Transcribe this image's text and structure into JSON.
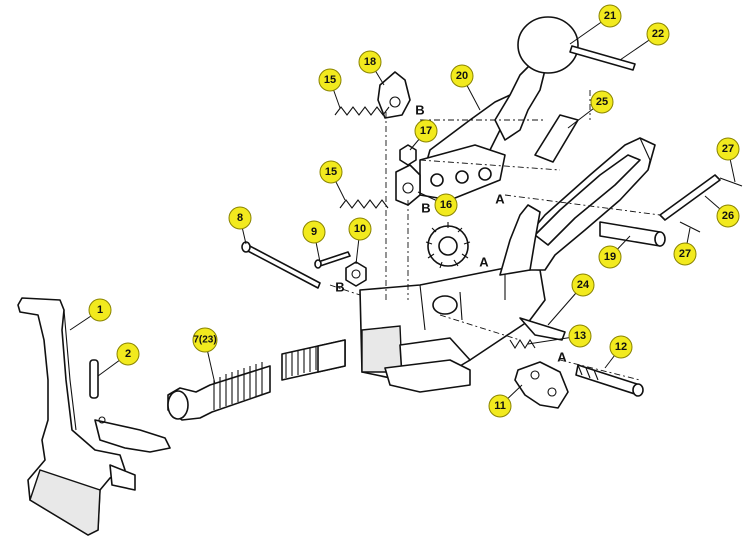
{
  "callouts": [
    {
      "label": "1"
    },
    {
      "label": "2"
    },
    {
      "label": "7(23)"
    },
    {
      "label": "8"
    },
    {
      "label": "9"
    },
    {
      "label": "10"
    },
    {
      "label": "11"
    },
    {
      "label": "12"
    },
    {
      "label": "13"
    },
    {
      "label": "15"
    },
    {
      "label": "15"
    },
    {
      "label": "16"
    },
    {
      "label": "17"
    },
    {
      "label": "18"
    },
    {
      "label": "19"
    },
    {
      "label": "20"
    },
    {
      "label": "21"
    },
    {
      "label": "22"
    },
    {
      "label": "24"
    },
    {
      "label": "25"
    },
    {
      "label": "26"
    },
    {
      "label": "27"
    },
    {
      "label": "27"
    }
  ],
  "letters": [
    "B",
    "B",
    "B",
    "A",
    "A",
    "A"
  ]
}
